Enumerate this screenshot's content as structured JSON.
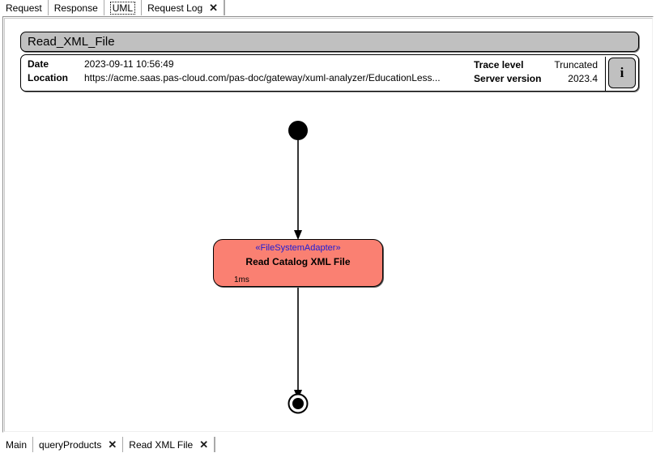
{
  "top_tabs": [
    {
      "label": "Request",
      "closable": false,
      "focused": false
    },
    {
      "label": "Response",
      "closable": false,
      "focused": false
    },
    {
      "label": "UML",
      "closable": false,
      "focused": true
    },
    {
      "label": "Request Log",
      "closable": true,
      "focused": false
    }
  ],
  "bottom_tabs": [
    {
      "label": "Main",
      "closable": false,
      "active": false
    },
    {
      "label": "queryProducts",
      "closable": true,
      "active": false
    },
    {
      "label": "Read XML File",
      "closable": true,
      "active": true
    }
  ],
  "close_glyph": "✕",
  "header": {
    "title": "Read_XML_File",
    "date_label": "Date",
    "date_value": "2023-09-11 10:56:49",
    "location_label": "Location",
    "location_value": "https://acme.saas.pas-cloud.com/pas-doc/gateway/xuml-analyzer/EducationLess...",
    "trace_level_label": "Trace level",
    "trace_level_value": "Truncated",
    "server_version_label": "Server version",
    "server_version_value": "2023.4",
    "info_button_label": "i"
  },
  "diagram": {
    "node": {
      "stereotype": "«FileSystemAdapter»",
      "title": "Read Catalog XML File",
      "duration": "1ms",
      "fill_color": "#fa8072",
      "stereotype_color": "#1b1bd8",
      "border_color": "#000000"
    },
    "start_node_name": "initial-node",
    "end_node_name": "final-node",
    "edge_color": "#000000"
  }
}
